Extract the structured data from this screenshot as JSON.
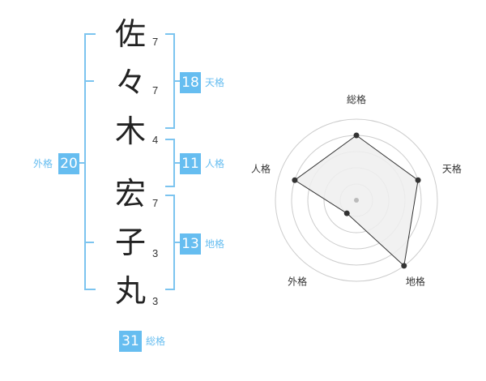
{
  "name": {
    "characters": [
      {
        "char": "佐",
        "strokes": "7"
      },
      {
        "char": "々",
        "strokes": "7"
      },
      {
        "char": "木",
        "strokes": "4"
      },
      {
        "char": "宏",
        "strokes": "7"
      },
      {
        "char": "子",
        "strokes": "3"
      },
      {
        "char": "丸",
        "strokes": "3"
      }
    ]
  },
  "scores": {
    "tenkaku": {
      "value": "18",
      "label": "天格"
    },
    "jinkaku": {
      "value": "11",
      "label": "人格"
    },
    "chikaku": {
      "value": "13",
      "label": "地格"
    },
    "gaikaku": {
      "value": "20",
      "label": "外格"
    },
    "soukaku": {
      "value": "31",
      "label": "総格"
    }
  },
  "chart_data": {
    "type": "radar",
    "axes": [
      "総格",
      "天格",
      "地格",
      "外格",
      "人格"
    ],
    "values": [
      4,
      4,
      5,
      1,
      4
    ],
    "max": 5,
    "rings": 5,
    "colors": {
      "fill": "#eeeeee",
      "line": "#333333",
      "ring": "#cccccc",
      "center": "#bbbbbb"
    }
  }
}
